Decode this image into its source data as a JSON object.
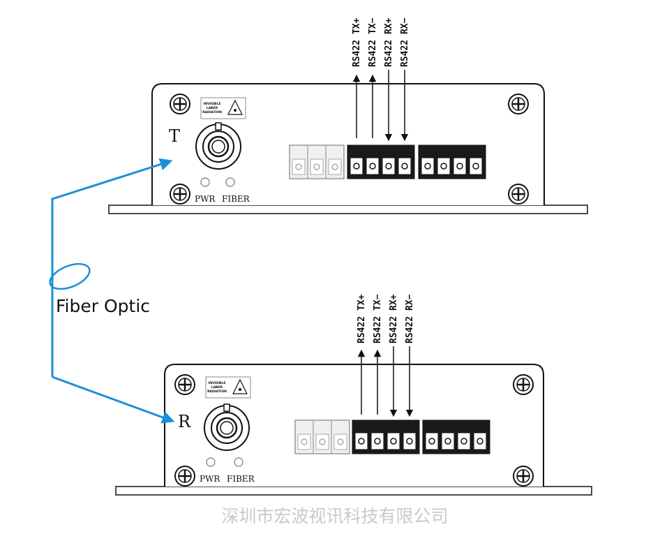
{
  "units": [
    {
      "id": "top",
      "mode_letter": "T",
      "label_warning": [
        "INVISIBLE",
        "LABER",
        "RADIATION"
      ],
      "led_labels": [
        "PWR",
        "FIBER"
      ],
      "signals": [
        "RS422 TX+",
        "RS422 TX−",
        "RS422 RX+",
        "RS422 RX−"
      ],
      "signal_directions": [
        "up",
        "up",
        "down",
        "down"
      ]
    },
    {
      "id": "bottom",
      "mode_letter": "R",
      "label_warning": [
        "INVISIBLE",
        "LABER",
        "RADIATION"
      ],
      "led_labels": [
        "PWR",
        "FIBER"
      ],
      "signals": [
        "RS422 TX+",
        "RS422 TX−",
        "RS422 RX+",
        "RS422 RX−"
      ],
      "signal_directions": [
        "up",
        "up",
        "down",
        "down"
      ]
    }
  ],
  "fiber_label": "Fiber Optic",
  "watermark": "深圳市宏波视讯科技有限公司",
  "colors": {
    "fiber": "#1a8fd6",
    "line": "#111111",
    "terminal_dark": "#1a1a1a",
    "terminal_light": "#f0f0f0",
    "watermark": "#c9c9c9"
  }
}
